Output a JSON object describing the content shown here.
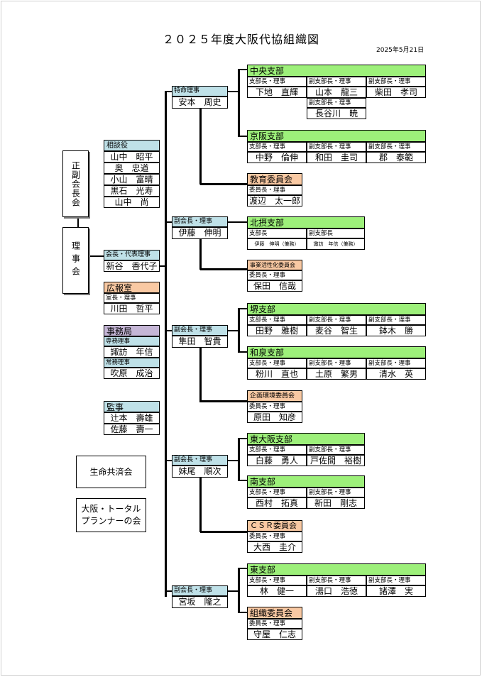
{
  "title": "２０２５年度大阪代協組織図",
  "date": "2025年5月21日",
  "left": {
    "vice_chair_box": "正副会長会",
    "board_box": "理事会",
    "advisors": {
      "label": "相談役",
      "names": [
        "山中　昭平",
        "奥　忠道",
        "小山　富晴",
        "黒石　光寿",
        "山中　尚"
      ]
    },
    "chair": {
      "role": "会長・代表理事",
      "name": "新谷　香代子"
    },
    "pr": {
      "label": "広報室",
      "role": "室長・理事",
      "name": "川田　哲平"
    },
    "secretariat": {
      "label": "事務局",
      "role1": "専務理事",
      "name1": "諏訪　年信",
      "role2": "常務理事",
      "name2": "吹原　成治"
    },
    "auditors": {
      "label": "監事",
      "names": [
        "辻本　壽雄",
        "佐藤　壽一"
      ]
    },
    "mutual_aid": "生命共済会",
    "planner": "大阪・トータルプランナーの会"
  },
  "groups": [
    {
      "role": "特命理事",
      "name": "安本　周史",
      "units": [
        {
          "title": "中央支部",
          "members": [
            {
              "role": "支部長・理事",
              "name": "下地　直輝"
            },
            {
              "role": "副支部長・理事",
              "name": "山本　龍三"
            },
            {
              "role": "副支部長・理事",
              "name": "柴田　孝司"
            },
            {
              "role": "副支部長・理事",
              "name": "長谷川　暁"
            }
          ]
        },
        {
          "title": "京阪支部",
          "members": [
            {
              "role": "支部長・理事",
              "name": "中野　倫伸"
            },
            {
              "role": "副支部長・理事",
              "name": "和田　圭司"
            },
            {
              "role": "副支部長・理事",
              "name": "郡　泰範"
            }
          ]
        },
        {
          "title": "教育委員会",
          "members": [
            {
              "role": "委員長・理事",
              "name": "渡辺　太一郎"
            }
          ]
        }
      ]
    },
    {
      "role": "副会長・理事",
      "name": "伊藤　伸明",
      "units": [
        {
          "title": "北摂支部",
          "members": [
            {
              "role": "支部長",
              "name": "伊藤　伸明（兼務）"
            },
            {
              "role": "副支部長",
              "name": "諏訪　年信（兼務）"
            }
          ]
        },
        {
          "title": "事業活性化委員会",
          "members": [
            {
              "role": "委員長・理事",
              "name": "保田　信哉"
            }
          ]
        }
      ]
    },
    {
      "role": "副会長・理事",
      "name": "隼田　智貴",
      "units": [
        {
          "title": "堺支部",
          "members": [
            {
              "role": "支部長・理事",
              "name": "田野　雅樹"
            },
            {
              "role": "副支部長・理事",
              "name": "麦谷　智生"
            },
            {
              "role": "副支部長・理事",
              "name": "鉢木　勝"
            }
          ]
        },
        {
          "title": "和泉支部",
          "members": [
            {
              "role": "支部長・理事",
              "name": "粉川　直也"
            },
            {
              "role": "副支部長・理事",
              "name": "土原　繁男"
            },
            {
              "role": "副支部長・理事",
              "name": "清水　英"
            }
          ]
        },
        {
          "title": "企画環境委員会",
          "members": [
            {
              "role": "委員長・理事",
              "name": "原田　知彦"
            }
          ]
        }
      ]
    },
    {
      "role": "副会長・理事",
      "name": "妹尾　順次",
      "units": [
        {
          "title": "東大阪支部",
          "members": [
            {
              "role": "支部長・理事",
              "name": "白藤　勇人"
            },
            {
              "role": "副支部長・理事",
              "name": "戸佐間　裕樹"
            }
          ]
        },
        {
          "title": "南支部",
          "members": [
            {
              "role": "支部長・理事",
              "name": "西村　拓真"
            },
            {
              "role": "副支部長・理事",
              "name": "新田　剛志"
            }
          ]
        },
        {
          "title": "ＣＳＲ委員会",
          "members": [
            {
              "role": "委員長・理事",
              "name": "大西　圭介"
            }
          ]
        }
      ]
    },
    {
      "role": "副会長・理事",
      "name": "宮坂　隆之",
      "units": [
        {
          "title": "東支部",
          "members": [
            {
              "role": "支部長・理事",
              "name": "林　健一"
            },
            {
              "role": "副支部長・理事",
              "name": "湯口　浩徳"
            },
            {
              "role": "副支部長・理事",
              "name": "諸澤　実"
            }
          ]
        },
        {
          "title": "組織委員会",
          "members": [
            {
              "role": "委員長・理事",
              "name": "守屋　仁志"
            }
          ]
        }
      ]
    }
  ]
}
